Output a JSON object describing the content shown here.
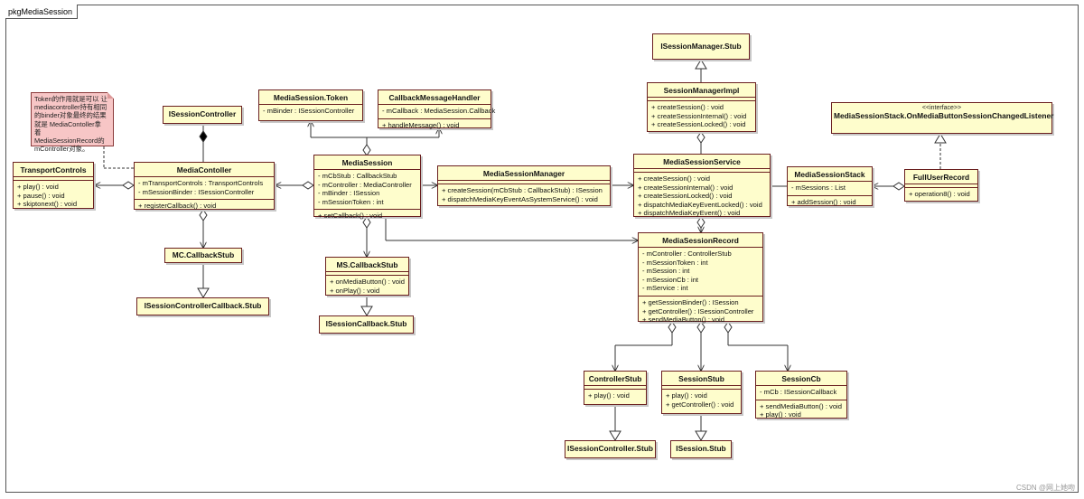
{
  "frame": {
    "label": "pkgMediaSession"
  },
  "note": {
    "lines": [
      "Token的作用就是可以 让",
      "mediacontroller持有相同",
      "的binder对象最终的结果",
      "就是 MediaContoller拿着",
      "MediaSessionRecord的",
      "mController对象。"
    ]
  },
  "classes": {
    "TransportControls": {
      "name": "TransportControls",
      "attributes": [],
      "operations": [
        "+ play() : void",
        "+ pause() : void",
        "+ skiptonext() : void"
      ]
    },
    "ISessionController": {
      "name": "ISessionController",
      "attributes": [],
      "operations": []
    },
    "MediaContoller": {
      "name": "MediaContoller",
      "attributes": [
        "- mTransportControls : TransportControls",
        "- mSessionBinder : ISessionController"
      ],
      "operations": [
        "+ registerCallback() : void"
      ]
    },
    "MCCallbackStub": {
      "name": "MC.CallbackStub",
      "attributes": [],
      "operations": []
    },
    "ISessionControllerCallbackStub": {
      "name": "ISessionControllerCallback.Stub",
      "attributes": [],
      "operations": []
    },
    "MediaSessionToken": {
      "name": "MediaSession.Token",
      "attributes": [
        "- mBinder : ISessionController"
      ],
      "operations": []
    },
    "CallbackMessageHandler": {
      "name": "CallbackMessageHandler",
      "attributes": [
        "- mCallback : MediaSession.Callback"
      ],
      "operations": [
        "+ handleMessage() : void"
      ]
    },
    "MediaSession": {
      "name": "MediaSession",
      "attributes": [
        "- mCbStub : CallbackStub",
        "- mController : MediaController",
        "- mBinder : ISession",
        "- mSessionToken : int"
      ],
      "operations": [
        "+ setCallback() : void"
      ]
    },
    "MSCallbackStub": {
      "name": "MS.CallbackStub",
      "attributes": [],
      "operations": [
        "+ onMediaButton() : void",
        "+ onPlay() : void"
      ]
    },
    "ISessionCallbackStub": {
      "name": "ISessionCallback.Stub",
      "attributes": [],
      "operations": []
    },
    "MediaSessionManager": {
      "name": "MediaSessionManager",
      "attributes": [],
      "operations": [
        "+ createSession(mCbStub : CallbackStub) : ISession",
        "+ dispatchMediaKeyEventAsSystemService() : void"
      ]
    },
    "ISessionManagerStub": {
      "name": "ISessionManager.Stub",
      "attributes": [],
      "operations": []
    },
    "SessionManagerImpl": {
      "name": "SessionManagerImpl",
      "attributes": [],
      "operations": [
        "+ createSession() : void",
        "+ createSessionInternal() : void",
        "+ createSessionLocked() : void"
      ]
    },
    "MediaSessionService": {
      "name": "MediaSessionService",
      "attributes": [],
      "operations": [
        "+ createSession() : void",
        "+ createSessionInternal() : void",
        "+ createSessionLocked() : void",
        "+ dispatchMediaKeyEventLocked() : void",
        "+ dispatchMediaKeyEvent() : void"
      ]
    },
    "MediaSessionRecord": {
      "name": "MediaSessionRecord",
      "attributes": [
        "- mController : ControllerStub",
        "- mSessionToken : int",
        "- mSession : int",
        "- mSessionCb : int",
        "- mService : int"
      ],
      "operations": [
        "+ getSessionBinder() : ISession",
        "+ getController() : ISessionController",
        "+ sendMediaButton() : void"
      ]
    },
    "MediaSessionStack": {
      "name": "MediaSessionStack",
      "attributes": [
        "- mSessions : List"
      ],
      "operations": [
        "+ addSession() : void"
      ]
    },
    "OnMediaButtonListener": {
      "stereotype": "<<interface>>",
      "name": "MediaSessionStack.OnMediaButtonSessionChangedListener",
      "attributes": [],
      "operations": []
    },
    "FullUserRecord": {
      "name": "FullUserRecord",
      "attributes": [],
      "operations": [
        "+ operation8() : void"
      ]
    },
    "ControllerStub": {
      "name": "ControllerStub",
      "attributes": [],
      "operations": [
        "+ play() : void"
      ]
    },
    "SessionStub": {
      "name": "SessionStub",
      "attributes": [],
      "operations": [
        "+ play() : void",
        "+ getController() : void"
      ]
    },
    "SessionCb": {
      "name": "SessionCb",
      "attributes": [
        "- mCb : ISessionCallback"
      ],
      "operations": [
        "+ sendMediaButton() : void",
        "+ play() : void"
      ]
    },
    "ISessionControllerStub": {
      "name": "ISessionController.Stub",
      "attributes": [],
      "operations": []
    },
    "ISessionStub": {
      "name": "ISession.Stub",
      "attributes": [],
      "operations": []
    }
  },
  "watermark": "CSDN @网上她吻"
}
